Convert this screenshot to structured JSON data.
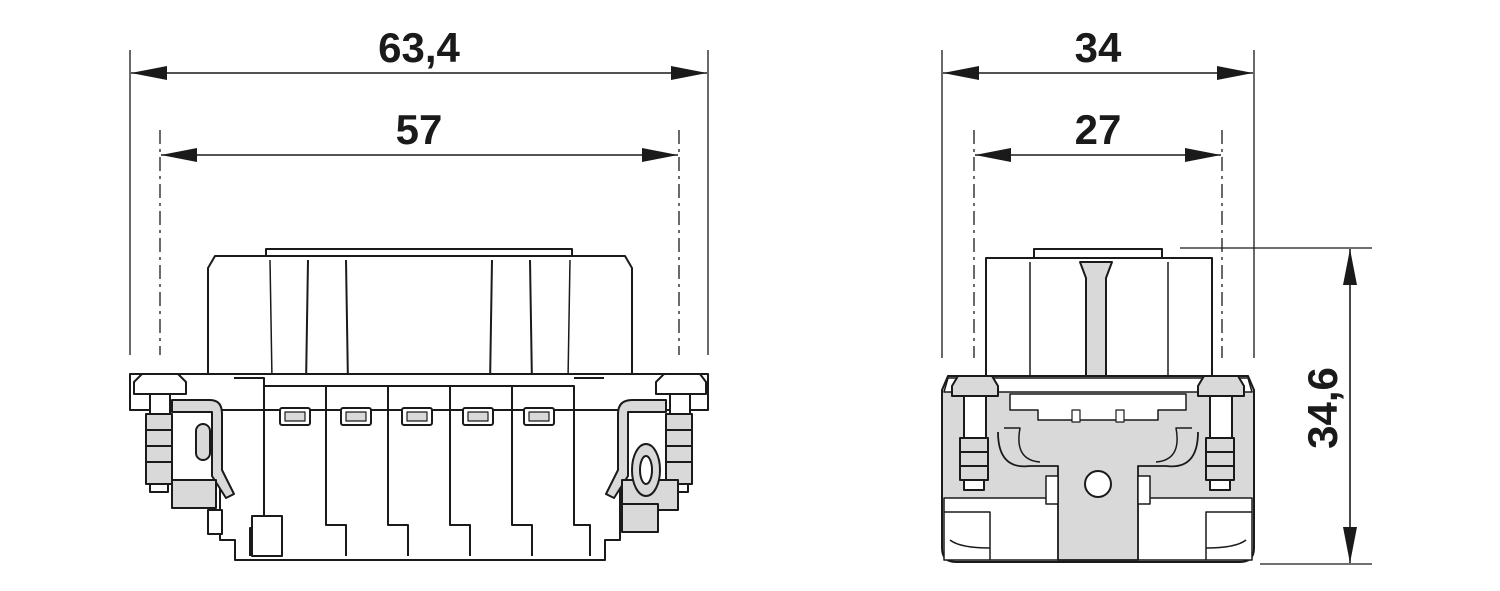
{
  "dimensions": {
    "front_overall_width": "63,4",
    "front_pin_spacing": "57",
    "side_overall_width": "34",
    "side_pin_spacing": "27",
    "side_height": "34,6"
  },
  "colors": {
    "line": "#1a1a1a",
    "fill_gray": "#d9d9d9",
    "fill_white": "#ffffff"
  }
}
